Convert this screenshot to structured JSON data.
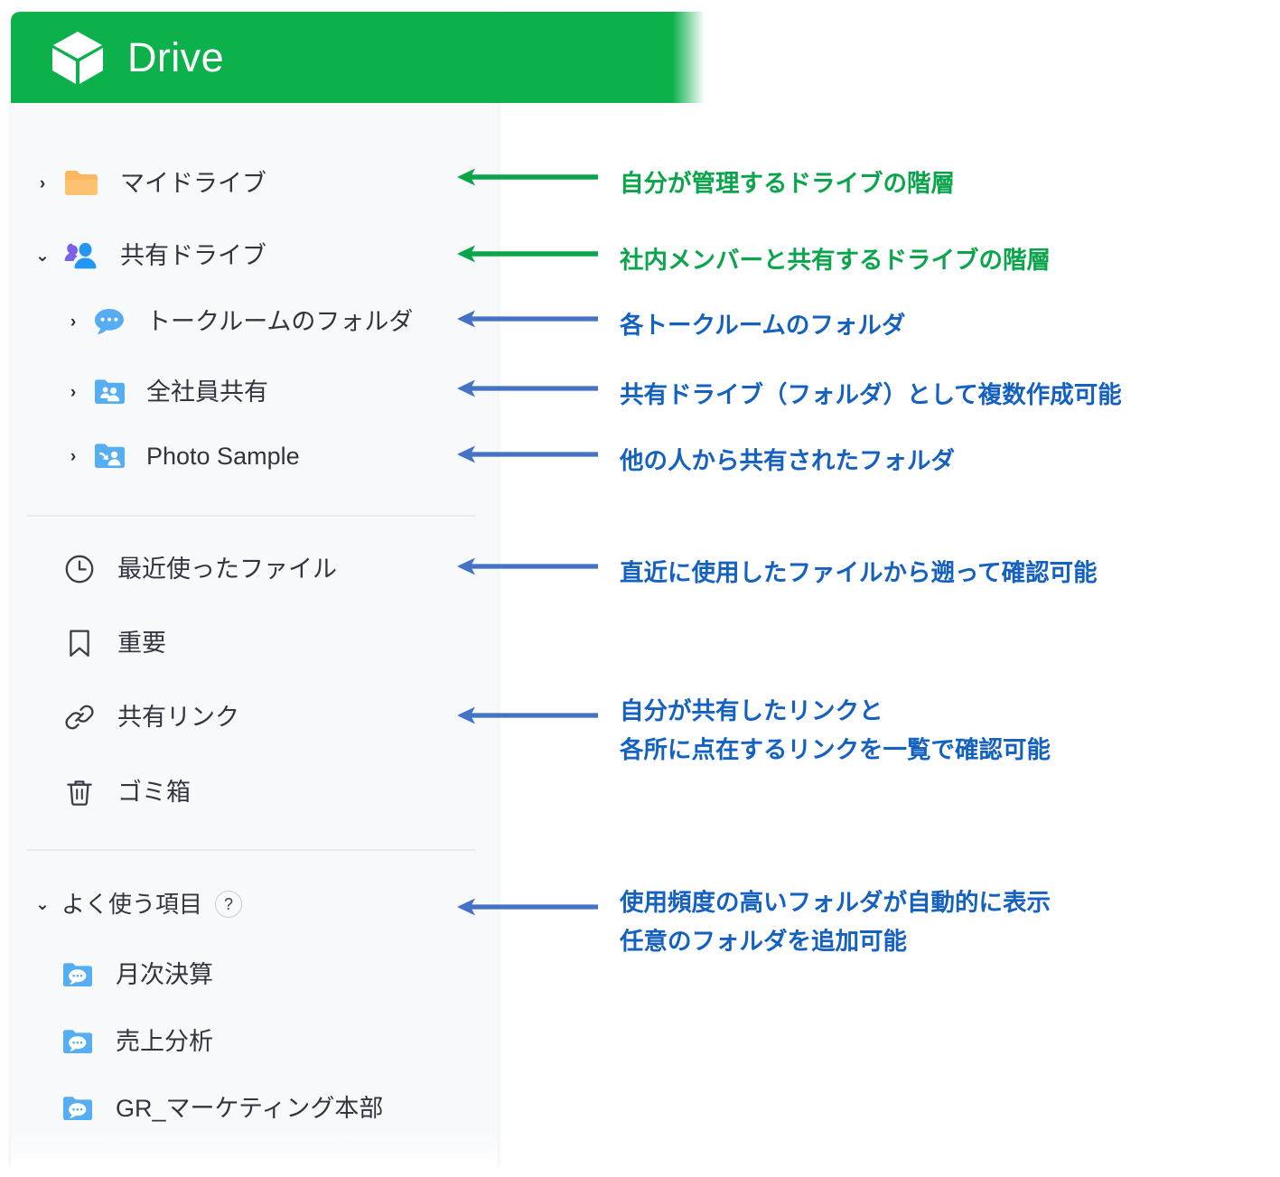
{
  "header": {
    "title": "Drive",
    "icon": "cube-icon",
    "bg_color": "#0cb14b",
    "text_color": "#ffffff"
  },
  "colors": {
    "sidebar_bg": "#f7f9fb",
    "green_accent": "#0aa54b",
    "blue_accent": "#1461c0",
    "arrow_green": "#0aa54b",
    "arrow_blue": "#4472c4",
    "folder_orange": "#fbb85c",
    "folder_blue": "#56aef2",
    "person_purple": "#7b61e8",
    "person_blue": "#2196f3",
    "label_text": "#31353d",
    "divider": "#e8ebee"
  },
  "sidebar": {
    "drive_tree": [
      {
        "label": "マイドライブ",
        "icon": "folder-icon",
        "chevron": "chevron-right",
        "level": 1
      },
      {
        "label": "共有ドライブ",
        "icon": "people-icon",
        "chevron": "chevron-down",
        "level": 1
      },
      {
        "label": "トークルームのフォルダ",
        "icon": "chat-bubble-icon",
        "chevron": "chevron-right",
        "level": 2
      },
      {
        "label": "全社員共有",
        "icon": "folder-person-icon",
        "chevron": "chevron-right",
        "level": 2
      },
      {
        "label": "Photo Sample",
        "icon": "folder-shared-icon",
        "chevron": "chevron-right",
        "level": 2
      }
    ],
    "quick_items": [
      {
        "label": "最近使ったファイル",
        "icon": "clock-icon"
      },
      {
        "label": "重要",
        "icon": "bookmark-icon"
      },
      {
        "label": "共有リンク",
        "icon": "link-icon"
      },
      {
        "label": "ゴミ箱",
        "icon": "trash-icon"
      }
    ],
    "favorites_section": {
      "label": "よく使う項目",
      "chevron": "chevron-down",
      "help_badge": "?"
    },
    "favorites": [
      {
        "label": "月次決算",
        "icon": "folder-chat-icon"
      },
      {
        "label": "売上分析",
        "icon": "folder-chat-icon"
      },
      {
        "label": "GR_マーケティング本部",
        "icon": "folder-chat-icon"
      }
    ]
  },
  "annotations": [
    {
      "color": "green",
      "lines": [
        "自分が管理するドライブの階層"
      ]
    },
    {
      "color": "green",
      "lines": [
        "社内メンバーと共有するドライブの階層"
      ]
    },
    {
      "color": "blue",
      "lines": [
        "各トークルームのフォルダ"
      ]
    },
    {
      "color": "blue",
      "lines": [
        "共有ドライブ（フォルダ）として複数作成可能"
      ]
    },
    {
      "color": "blue",
      "lines": [
        "他の人から共有されたフォルダ"
      ]
    },
    {
      "color": "blue",
      "lines": [
        "直近に使用したファイルから遡って確認可能"
      ]
    },
    {
      "color": "blue",
      "lines": [
        "自分が共有したリンクと",
        "各所に点在するリンクを一覧で確認可能"
      ]
    },
    {
      "color": "blue",
      "lines": [
        "使用頻度の高いフォルダが自動的に表示",
        "任意のフォルダを追加可能"
      ]
    }
  ]
}
